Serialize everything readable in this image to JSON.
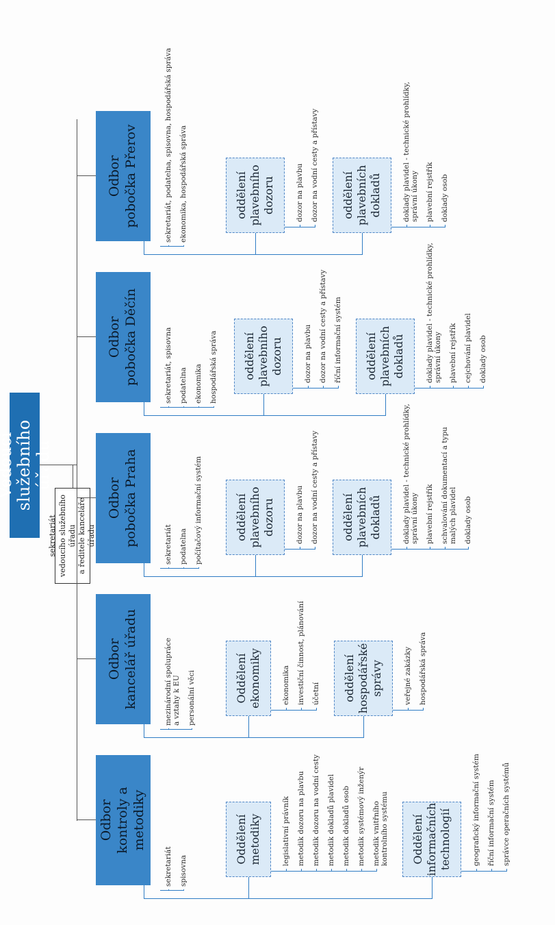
{
  "title": "Vedoucí služebního úřadu",
  "sekretariat": {
    "lines": [
      "sekretariát",
      "vedoucího služebního úřadu",
      "a ředitele kanceláře úřadu"
    ]
  },
  "odbory": [
    {
      "name": [
        "Odbor",
        "kontroly a metodiky"
      ],
      "items": [
        [
          "sekretariát"
        ],
        [
          "spisovna"
        ]
      ],
      "oddeleni": [
        {
          "name": [
            "Oddělení",
            "metodiky"
          ],
          "items": [
            [
              "legislativní právník"
            ],
            [
              "metodik dozoru na plavbu"
            ],
            [
              "metodik dozoru na vodní cesty"
            ],
            [
              "metodik dokladů plavidel"
            ],
            [
              "metodik dokladů osob"
            ],
            [
              "metodik systémový inženýr"
            ],
            [
              "metodik vnitřního",
              "kontrolního systému"
            ]
          ]
        },
        {
          "name": [
            "Oddělení",
            "informačních",
            "technologií"
          ],
          "items": [
            [
              "geografický informační systém"
            ],
            [
              "říční informační systém"
            ],
            [
              "správce operačních systémů"
            ]
          ]
        }
      ]
    },
    {
      "name": [
        "Odbor",
        "kancelář úřadu"
      ],
      "items": [
        [
          "mezinárodní spolupráce",
          "a vztahy k EU"
        ],
        [
          "personální věci"
        ]
      ],
      "oddeleni": [
        {
          "name": [
            "Oddělení",
            "ekonomiky"
          ],
          "items": [
            [
              "ekonomika"
            ],
            [
              "investiční činnost, plánování"
            ],
            [
              "účetní"
            ]
          ]
        },
        {
          "name": [
            "oddělení",
            "hospodářské",
            "správy"
          ],
          "items": [
            [
              "veřejné zakázky"
            ],
            [
              "hospodářská správa"
            ]
          ]
        }
      ]
    },
    {
      "name": [
        "Odbor",
        "pobočka Praha"
      ],
      "items": [
        [
          "sekretariát"
        ],
        [
          "podatelna"
        ],
        [
          "počítačový informační systém"
        ]
      ],
      "oddeleni": [
        {
          "name": [
            "oddělení",
            "plavebního",
            "dozoru"
          ],
          "items": [
            [
              "dozor na plavbu"
            ],
            [
              "dozor na vodní cesty a přístavy"
            ]
          ]
        },
        {
          "name": [
            "oddělení",
            "plavebních",
            "dokladů"
          ],
          "items": [
            [
              "doklady plavidel - technické prohlídky,",
              "správní úkony"
            ],
            [
              "plavební rejstřík"
            ],
            [
              "schvalování dokumentací a typu",
              "malých plavidel"
            ],
            [
              "doklady osob"
            ]
          ]
        }
      ]
    },
    {
      "name": [
        "Odbor",
        "pobočka Děčín"
      ],
      "items": [
        [
          "sekretariát, spisovna"
        ],
        [
          "podatelna"
        ],
        [
          "ekonomika"
        ],
        [
          "hospodářská správa"
        ]
      ],
      "oddeleni": [
        {
          "name": [
            "oddělení",
            "plavebního",
            "dozoru"
          ],
          "items": [
            [
              "dozor na plavbu"
            ],
            [
              "dozor na vodní cesty a přístavy"
            ],
            [
              "říční informační systém"
            ]
          ]
        },
        {
          "name": [
            "oddělení",
            "plavebních",
            "dokladů"
          ],
          "items": [
            [
              "doklady plavidel - technické prohlídky,",
              "správní úkony"
            ],
            [
              "plavební rejstřík"
            ],
            [
              "cejchování plavidel"
            ],
            [
              "doklady osob"
            ]
          ]
        }
      ]
    },
    {
      "name": [
        "Odbor",
        "pobočka Přerov"
      ],
      "items": [
        [
          "sekretariát, podatelna, spisovna, hospodářská správa"
        ],
        [
          "ekonomika, hospodářská správa"
        ]
      ],
      "oddeleni": [
        {
          "name": [
            "oddělení",
            "plavebního",
            "dozoru"
          ],
          "items": [
            [
              "dozor na plavbu"
            ],
            [
              "dozor na vodní cesty a přístavy"
            ]
          ]
        },
        {
          "name": [
            "oddělení",
            "plavebních",
            "dokladů"
          ],
          "items": [
            [
              "doklady plavidel - technické prohlídky,",
              "správní úkony"
            ],
            [
              "plavební rejstřík"
            ],
            [
              "doklady osob"
            ]
          ]
        }
      ]
    }
  ],
  "colors": {
    "top_box": "#1f6fb2",
    "odbor_box": "#3a86c8",
    "oddeleni_box": "#dbeaf7",
    "oddeleni_border": "#4f86c6",
    "connector_blue": "#2f7cc4",
    "connector_dark": "#555555"
  }
}
